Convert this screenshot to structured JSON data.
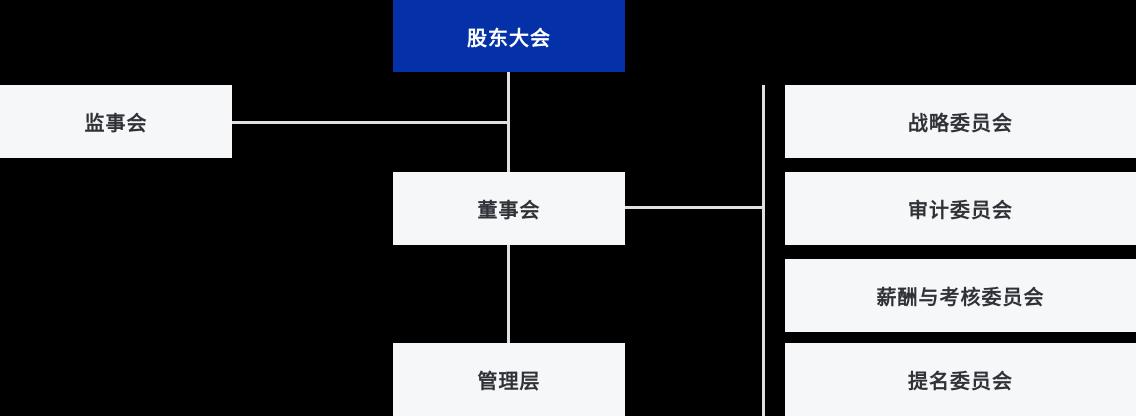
{
  "diagram": {
    "type": "org-chart",
    "nodes": {
      "shareholders": {
        "label": "股东大会"
      },
      "supervisory": {
        "label": "监事会"
      },
      "board": {
        "label": "董事会"
      },
      "management": {
        "label": "管理层"
      },
      "committees": [
        {
          "label": "战略委员会"
        },
        {
          "label": "审计委员会"
        },
        {
          "label": "薪酬与考核委员会"
        },
        {
          "label": "提名委员会"
        }
      ]
    },
    "edges": [
      {
        "from": "shareholders",
        "to": "board"
      },
      {
        "from": "board",
        "to": "management"
      },
      {
        "from": "supervisory",
        "to": "shareholders-board-link"
      },
      {
        "from": "board",
        "to": "committees"
      }
    ]
  },
  "colors": {
    "background": "#000000",
    "primary": "#0431A8",
    "primary_text": "#FFFFFF",
    "box_bg": "#F6F7F9",
    "box_text": "#303237",
    "line": "#E0E0E2"
  }
}
